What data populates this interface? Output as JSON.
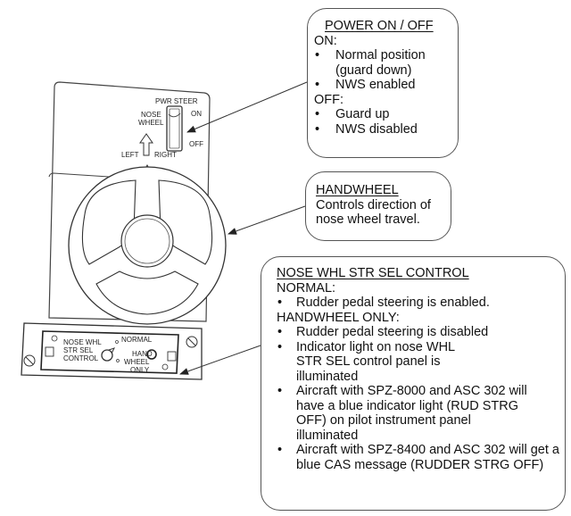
{
  "panel": {
    "pwr_steer_label": "PWR STEER",
    "on_label": "ON",
    "off_label": "OFF",
    "nose_label": "NOSE",
    "wheel_label": "WHEEL",
    "left_label": "LEFT",
    "right_label": "RIGHT"
  },
  "selector_panel": {
    "name_line1": "NOSE WHL",
    "name_line2": "STR SEL",
    "name_line3": "CONTROL",
    "normal_label": "NORMAL",
    "hand_label": "HAND",
    "wheel_label": "WHEEL",
    "only_label": "ONLY"
  },
  "callouts": {
    "power": {
      "title": "POWER ON / OFF",
      "on_heading": "ON:",
      "on_items": [
        "Normal position (guard down)",
        "NWS enabled"
      ],
      "off_heading": "OFF:",
      "off_items": [
        "Guard up",
        "NWS disabled"
      ]
    },
    "handwheel": {
      "title": "HANDWHEEL",
      "line1": "Controls direction of",
      "line2": "nose wheel travel."
    },
    "nwss": {
      "title": "NOSE WHL STR SEL CONTROL",
      "normal_heading": "NORMAL:",
      "normal_items": [
        "Rudder pedal steering is enabled."
      ],
      "handwheel_heading": "HANDWHEEL ONLY:",
      "handwheel_items": [
        "Rudder pedal steering is disabled",
        "Indicator light on nose WHL STR SEL control panel is illuminated",
        "Aircraft with SPZ-8000 and ASC 302 will have a blue indicator light (RUD STRG OFF) on pilot instrument panel illuminated",
        "Aircraft with SPZ-8400 and ASC 302 will get a blue CAS message (RUDDER STRG OFF)"
      ]
    }
  }
}
